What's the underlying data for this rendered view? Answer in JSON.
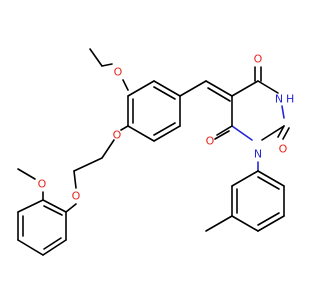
{
  "molecule": {
    "atoms": {
      "o_ethoxy": "O",
      "o_ether_ring": "O",
      "o_ether_chain": "O",
      "o_methoxy": "O",
      "o_carbonyl_top": "O",
      "o_carbonyl_left": "O",
      "o_carbonyl_right": "O",
      "n_imide": "N",
      "n_imide_h": "H",
      "n_aryl": "N"
    },
    "colors": {
      "carbon_bond": "#000000",
      "oxygen": "#e8261d",
      "nitrogen": "#2426d6",
      "background": "#ffffff"
    }
  }
}
